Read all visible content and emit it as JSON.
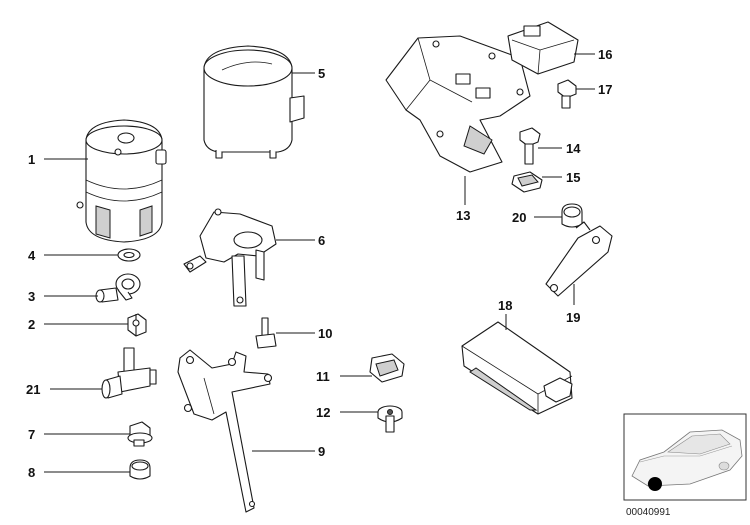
{
  "diagram": {
    "callouts": {
      "c1": "1",
      "c2": "2",
      "c3": "3",
      "c4": "4",
      "c5": "5",
      "c6": "6",
      "c7": "7",
      "c8": "8",
      "c9": "9",
      "c10": "10",
      "c11": "11",
      "c12": "12",
      "c13": "13",
      "c14": "14",
      "c15": "15",
      "c16": "16",
      "c17": "17",
      "c18": "18",
      "c19": "19",
      "c20": "20",
      "c21": "21"
    },
    "reference_id": "00040991"
  }
}
